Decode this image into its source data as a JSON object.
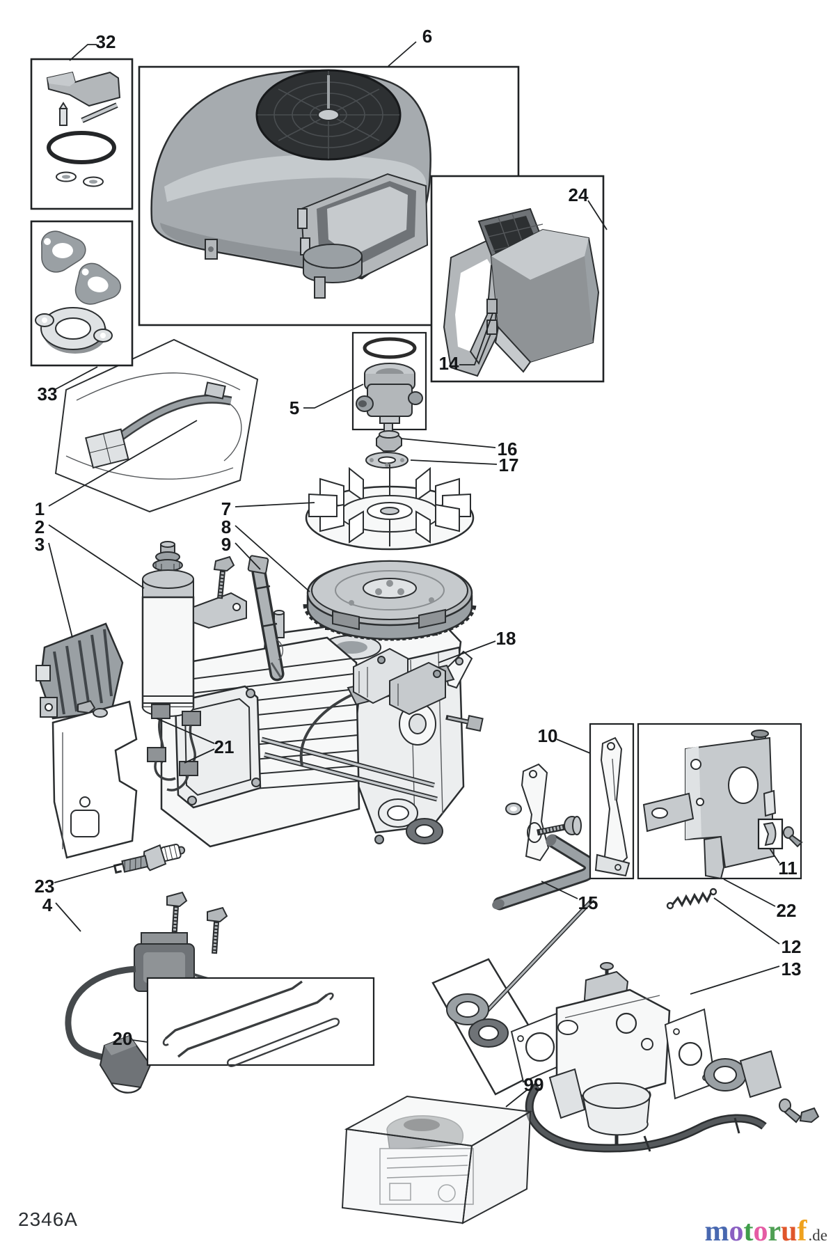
{
  "footer": {
    "code": "2346A"
  },
  "brand": {
    "letters": [
      {
        "ch": "m",
        "color": "#4868b0"
      },
      {
        "ch": "o",
        "color": "#8a5fc2"
      },
      {
        "ch": "t",
        "color": "#3f9e4a"
      },
      {
        "ch": "o",
        "color": "#e55ca4"
      },
      {
        "ch": "r",
        "color": "#4f9f54"
      },
      {
        "ch": "u",
        "color": "#e0562b"
      },
      {
        "ch": "f",
        "color": "#efa11d"
      }
    ],
    "suffix": ".de",
    "suffix_color": "#3c3c3c"
  },
  "labels": {
    "p1": "1",
    "p2": "2",
    "p3": "3",
    "p4": "4",
    "p5": "5",
    "p6": "6",
    "p7": "7",
    "p8": "8",
    "p9": "9",
    "p10": "10",
    "p11": "11",
    "p12": "12",
    "p13": "13",
    "p14": "14",
    "p15": "15",
    "p16": "16",
    "p17": "17",
    "p18": "18",
    "p20": "20",
    "p21": "21",
    "p22": "22",
    "p23": "23",
    "p24": "24",
    "p32": "32",
    "p33": "33",
    "p99": "99"
  }
}
